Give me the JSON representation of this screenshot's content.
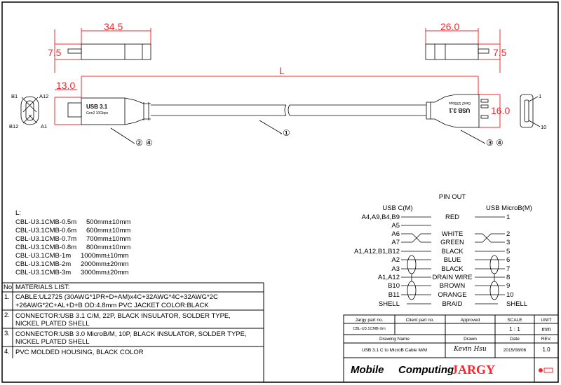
{
  "dimensions": {
    "c_length": "34.5",
    "c_height": "7.5",
    "c_width": "13.0",
    "cable_length": "L",
    "mb_length": "26.0",
    "mb_height": "7.5",
    "mb_width": "16.0"
  },
  "colors": {
    "dimension": "#f0282d",
    "line": "#000000"
  },
  "callouts": {
    "cable": "①",
    "c_connector": "② ④",
    "mb_connector": "③ ④"
  },
  "c_end_view": {
    "pins": [
      "B1",
      "A12",
      "B12",
      "A1"
    ]
  },
  "mb_end_view": {
    "pins": [
      "1",
      "10"
    ]
  },
  "plug_text": {
    "main": "USB 3.1",
    "sub": "Gen2 10Gbps"
  },
  "lengths": {
    "title": "L:",
    "items": [
      {
        "part": "CBL-U3.1CMB-0.5m",
        "length": "500mm±10mm"
      },
      {
        "part": "CBL-U3.1CMB-0.6m",
        "length": "600mm±10mm"
      },
      {
        "part": "CBL-U3.1CMB-0.7m",
        "length": "700mm±10mm"
      },
      {
        "part": "CBL-U3.1CMB-0.8m",
        "length": "800mm±10mm"
      },
      {
        "part": "CBL-U3.1CMB-1m",
        "length": "1000mm±10mm"
      },
      {
        "part": "CBL-U3.1CMB-2m",
        "length": "2000mm±20mm"
      },
      {
        "part": "CBL-U3.1CMB-3m",
        "length": "3000mm±20mm"
      }
    ]
  },
  "materials": {
    "no_header": "No",
    "header": "MATERIALS LIST:",
    "rows": [
      {
        "no": "1.",
        "line1": "CABLE:UL2725 (30AWG*1PR+D+AM)x4C+32AWG*4C+32AWG*2C",
        "line2": "+26AWG*2C+AL+D+B   OD:4.8mm   PVC JACKET COLOR:BLACK"
      },
      {
        "no": "2.",
        "line1": "CONNECTOR:USB 3.1 C/M, 22P, BLACK INSULATOR, SOLDER TYPE,",
        "line2": "NICKEL PLATED SHELL"
      },
      {
        "no": "3.",
        "line1": "CONNECTOR:USB 3.0 MicroB/M, 10P, BLACK INSULATOR, SOLDER TYPE,",
        "line2": "NICKEL PLATED SHELL"
      },
      {
        "no": "4.",
        "line1": "PVC MOLDED HOUSING, BLACK COLOR",
        "line2": ""
      }
    ]
  },
  "pinout": {
    "title": "PIN OUT",
    "left_header": "USB C(M)",
    "right_header": "USB MicroB(M)",
    "rows": [
      {
        "left": "A4,A9,B4,B9",
        "wire": "RED",
        "right": "1"
      },
      {
        "left": "A5",
        "wire": "",
        "right": ""
      },
      {
        "left": "A6",
        "wire": "WHITE",
        "right": "2"
      },
      {
        "left": "A7",
        "wire": "GREEN",
        "right": "3"
      },
      {
        "left": "A1,A12,B1,B12",
        "wire": "BLACK",
        "right": "5"
      },
      {
        "left": "A2",
        "wire": "BLUE",
        "right": "6"
      },
      {
        "left": "A3",
        "wire": "BLACK",
        "right": "7"
      },
      {
        "left": "A1,A12",
        "wire": "DRAIN WIRE",
        "right": "8"
      },
      {
        "left": "B10",
        "wire": "BROWN",
        "right": "9"
      },
      {
        "left": "B11",
        "wire": "ORANGE",
        "right": "10"
      },
      {
        "left": "SHELL",
        "wire": "BRAID",
        "right": "SHELL"
      }
    ]
  },
  "title_block": {
    "jargy_part_label": "Jargy part no.",
    "client_part_label": "Client part no.",
    "approved_label": "Approved",
    "scale_label": "SCALE",
    "unit_label": "UNIT",
    "jargy_part": "CBL-U3.1CMB-Xm",
    "client_part": "",
    "approved": "",
    "scale": "1 : 1",
    "unit": "mm",
    "drawing_name_label": "Drawing Name",
    "drawn_label": "Drawn",
    "date_label": "Date",
    "rev_label": "REV.",
    "drawing_name": "USB 3.1 C to MicroB Cable M/M",
    "drawn": "Kevin Hsu",
    "date": "2015/08/06",
    "rev": "1.0",
    "logo_mobile": "Mobile",
    "logo_computing": "Computing",
    "logo_jargy": "JARGY"
  }
}
